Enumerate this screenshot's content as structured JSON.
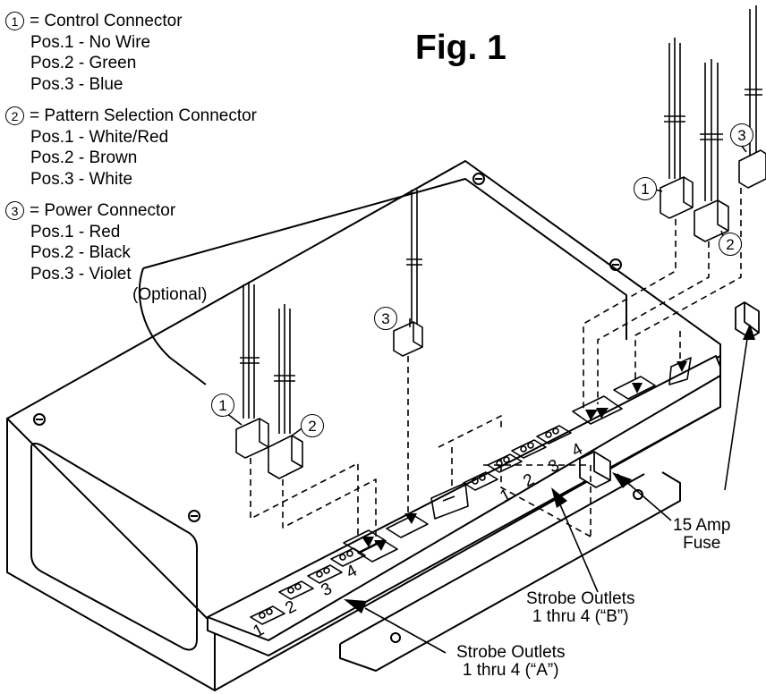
{
  "figure_title": "Fig. 1",
  "legend": {
    "control": {
      "number": "1",
      "label": "= Control Connector",
      "positions": [
        "Pos.1 - No Wire",
        "Pos.2 - Green",
        "Pos.3 - Blue"
      ]
    },
    "pattern": {
      "number": "2",
      "label": "= Pattern Selection Connector",
      "positions": [
        "Pos.1 - White/Red",
        "Pos.2 - Brown",
        "Pos.3 - White"
      ]
    },
    "power": {
      "number": "3",
      "label": "= Power Connector",
      "positions": [
        "Pos.1 - Red",
        "Pos.2 - Black",
        "Pos.3 - Violet"
      ],
      "note": "(Optional)"
    }
  },
  "callouts": {
    "one": "1",
    "two": "2",
    "three": "3"
  },
  "outlet_numbers": [
    "1",
    "2",
    "3",
    "4"
  ],
  "labels": {
    "fuse_line1": "15 Amp",
    "fuse_line2": "Fuse",
    "outlets_b_line1": "Strobe Outlets",
    "outlets_b_line2": "1 thru 4 (“B”)",
    "outlets_a_line1": "Strobe Outlets",
    "outlets_a_line2": "1 thru 4 (“A”)"
  },
  "colors": {
    "line": "#000000",
    "background": "#ffffff"
  }
}
